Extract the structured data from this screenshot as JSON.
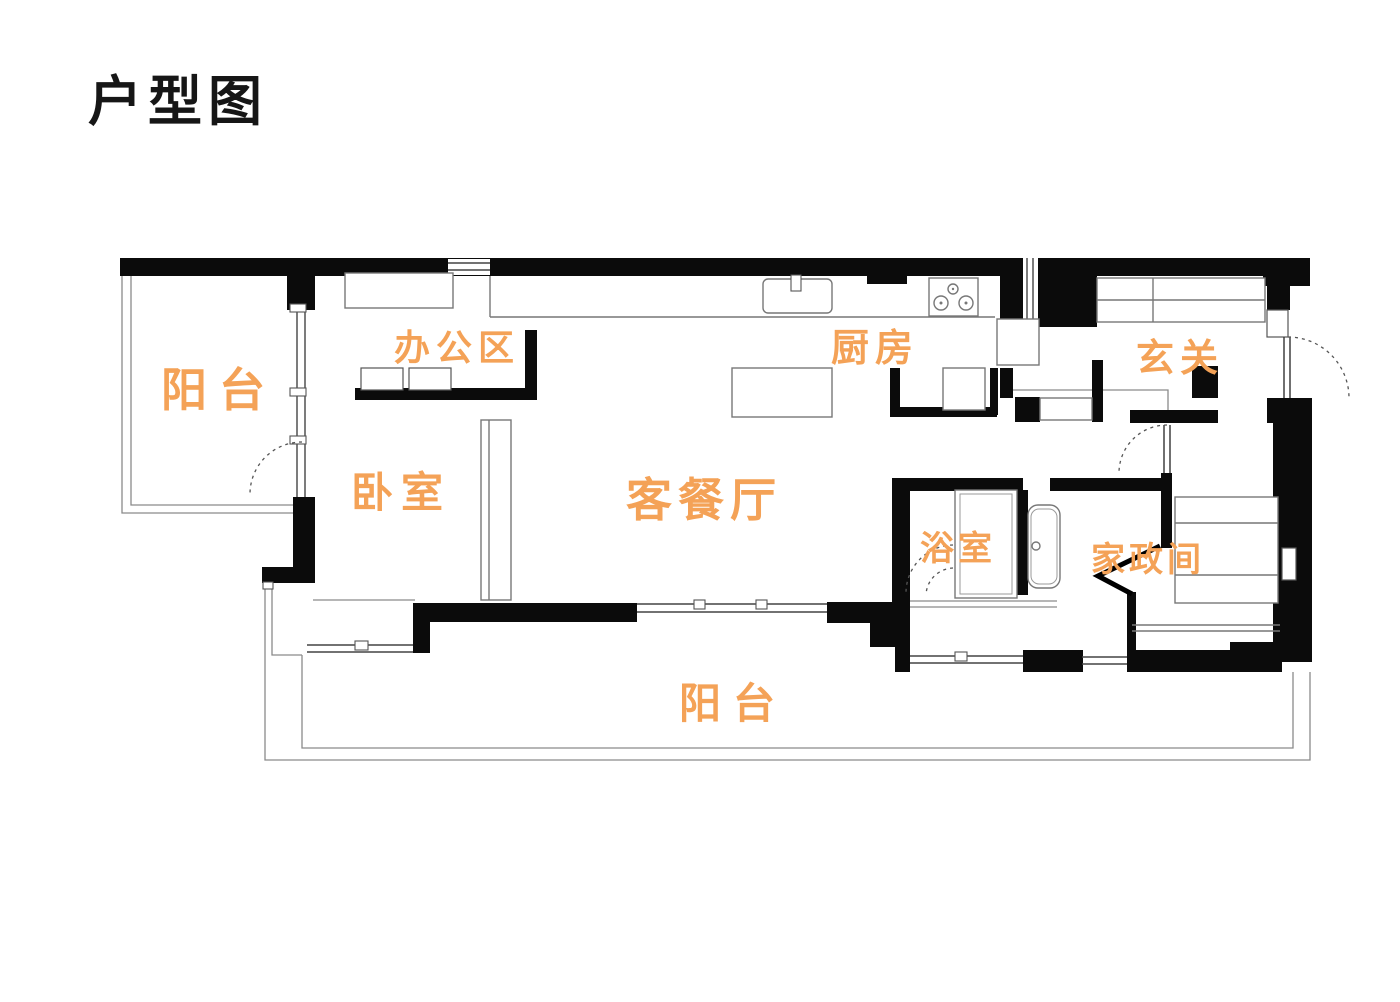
{
  "title": {
    "text": "户型图"
  },
  "colors": {
    "label_orange": "#F4A257",
    "wall_black": "#0b0b0b",
    "title_black": "#161616"
  },
  "rooms": [
    {
      "id": "balcony-left",
      "label": "阳台"
    },
    {
      "id": "office-area",
      "label": "办公区"
    },
    {
      "id": "kitchen",
      "label": "厨房"
    },
    {
      "id": "entryway",
      "label": "玄关"
    },
    {
      "id": "bedroom",
      "label": "卧室"
    },
    {
      "id": "living-dining",
      "label": "客餐厅"
    },
    {
      "id": "bathroom",
      "label": "浴室"
    },
    {
      "id": "laundry-room",
      "label": "家政间"
    },
    {
      "id": "balcony-bottom",
      "label": "阳台"
    }
  ]
}
